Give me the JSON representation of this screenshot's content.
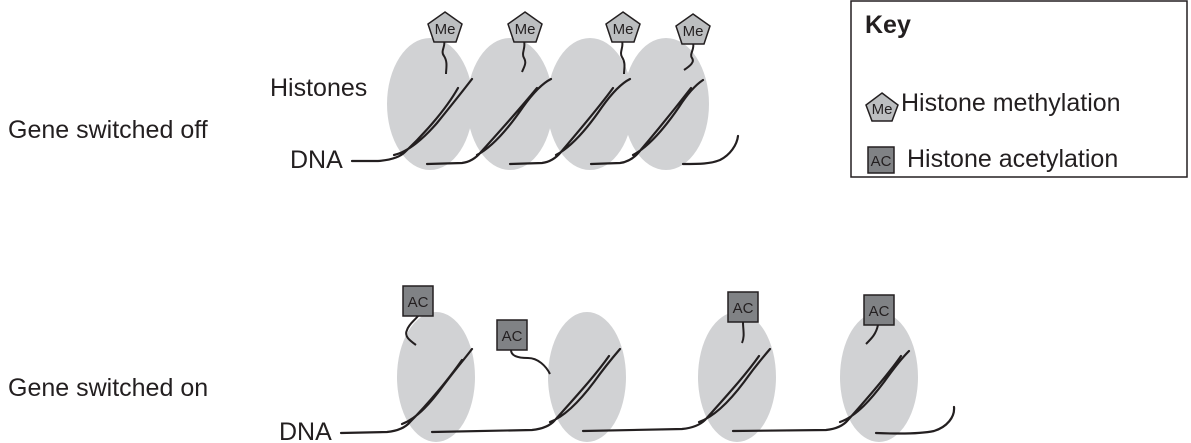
{
  "colors": {
    "histone": "#d1d2d4",
    "acetyl_box": "#808285",
    "methyl_pentagon": "#bcbec0",
    "ink": "#231f20"
  },
  "top_panel": {
    "label": "Gene switched off",
    "histones_label": "Histones",
    "dna_label": "DNA",
    "mark_text": "Me"
  },
  "bottom_panel": {
    "label": "Gene switched on",
    "dna_label": "DNA",
    "mark_text": "AC"
  },
  "key": {
    "title": "Key",
    "items": [
      {
        "icon": "methyl-pentagon-icon",
        "icon_text": "Me",
        "label": "Histone methylation"
      },
      {
        "icon": "acetyl-square-icon",
        "icon_text": "AC",
        "label": "Histone acetylation"
      }
    ]
  }
}
